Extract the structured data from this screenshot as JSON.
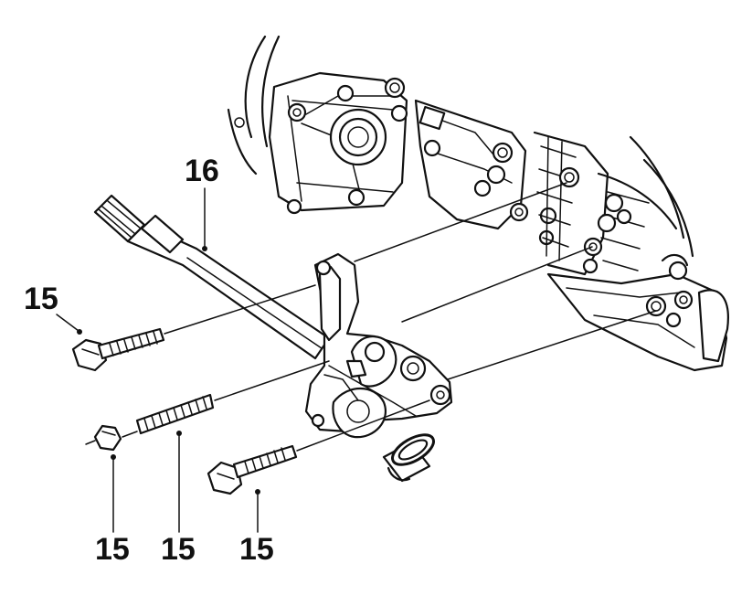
{
  "callouts": [
    {
      "id": "c16",
      "label": "16"
    },
    {
      "id": "c15_bolt",
      "label": "15"
    },
    {
      "id": "c15_nut",
      "label": "15"
    },
    {
      "id": "c15_stud",
      "label": "15"
    },
    {
      "id": "c15_lower_bolt",
      "label": "15"
    }
  ],
  "colors": {
    "line": "#111111",
    "background": "#ffffff"
  }
}
